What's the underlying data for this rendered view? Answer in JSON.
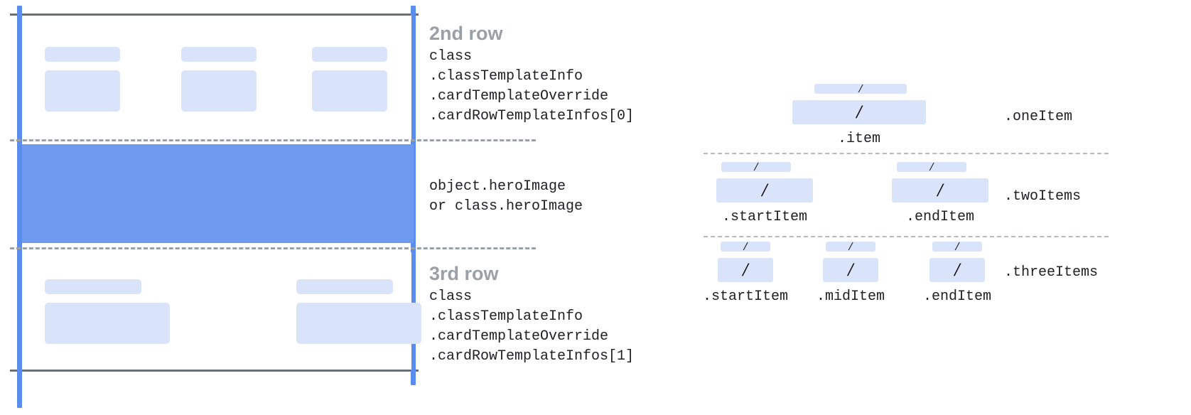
{
  "colors": {
    "placeholder_blue": "#d9e3fa",
    "hero_blue": "#6d9aee",
    "rail_blue": "#5b8def",
    "solid_rule_gray": "#6b6f76",
    "dashed_rule_gray": "#9aa0a6",
    "heading_gray": "#9aa0a6",
    "mono_text": "#202124"
  },
  "left_diagram": {
    "second_row": {
      "heading": "2nd row",
      "code_lines": [
        "class",
        ".classTemplateInfo",
        ".cardTemplateOverride",
        ".cardRowTemplateInfos[0]"
      ],
      "columns": 3
    },
    "hero": {
      "code_lines": [
        "object.heroImage",
        "or class.heroImage"
      ]
    },
    "third_row": {
      "heading": "3rd row",
      "code_lines": [
        "class",
        ".classTemplateInfo",
        ".cardTemplateOverride",
        ".cardRowTemplateInfos[1]"
      ],
      "columns": 2
    }
  },
  "right_diagram": {
    "glyph": "/",
    "groups": [
      {
        "label": ".oneItem",
        "slots": [
          {
            "caption": ".item"
          }
        ]
      },
      {
        "label": ".twoItems",
        "slots": [
          {
            "caption": ".startItem"
          },
          {
            "caption": ".endItem"
          }
        ]
      },
      {
        "label": ".threeItems",
        "slots": [
          {
            "caption": ".startItem"
          },
          {
            "caption": ".midItem"
          },
          {
            "caption": ".endItem"
          }
        ]
      }
    ]
  }
}
